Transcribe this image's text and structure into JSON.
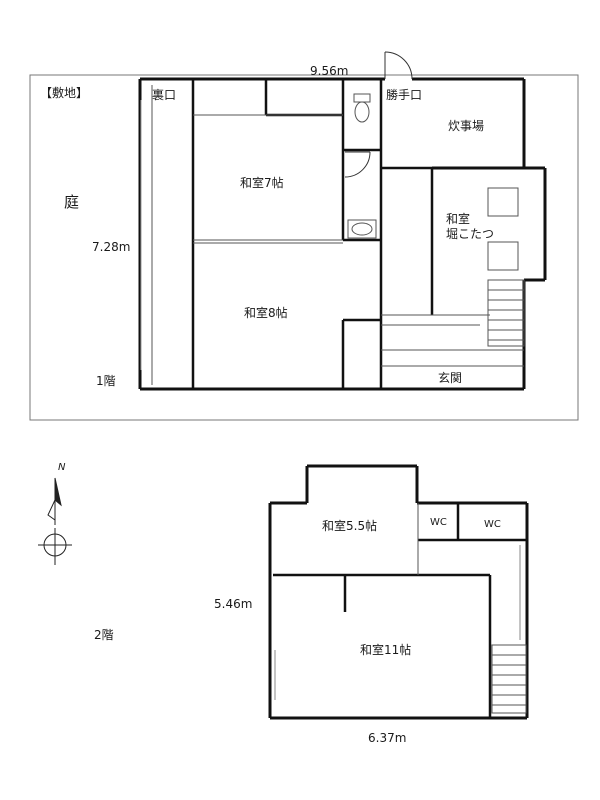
{
  "floor1": {
    "site_label": "【敷地】",
    "garden": "庭",
    "width_dim": "9.56m",
    "depth_dim": "7.28m",
    "floor_label": "1階",
    "rooms": {
      "back_door": "裏口",
      "kitchen_door": "勝手口",
      "kitchen": "炊事場",
      "washitsu7": "和室7帖",
      "washitsu8": "和室8帖",
      "kotatsu_line1": "和室",
      "kotatsu_line2": "堀こたつ",
      "entrance": "玄関"
    }
  },
  "floor2": {
    "floor_label": "2階",
    "height_dim": "5.46m",
    "width_dim": "6.37m",
    "rooms": {
      "washitsu55": "和室5.5帖",
      "wc1": "WC",
      "wc2": "WC",
      "washitsu11": "和室11帖"
    }
  },
  "compass": {
    "north_label": "N"
  }
}
